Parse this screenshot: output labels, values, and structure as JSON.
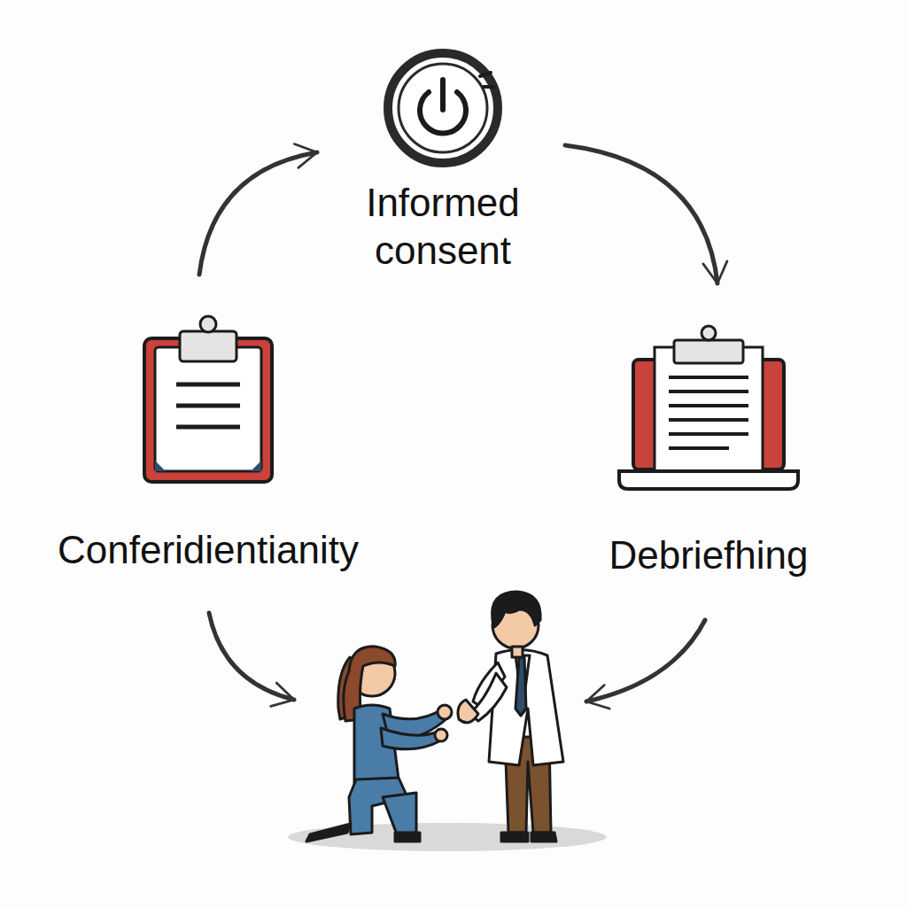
{
  "diagram": {
    "nodes": [
      {
        "text": [
          "Informed consent"
        ]
      },
      {
        "text": [
          "Conferidientianity"
        ]
      },
      {
        "text": [
          "Debriefhing"
        ]
      }
    ],
    "edges": [
      {
        "from": 1,
        "to": 0,
        "arrow": "to"
      },
      {
        "from": 0,
        "to": 2,
        "arrow": "to"
      }
    ]
  }
}
